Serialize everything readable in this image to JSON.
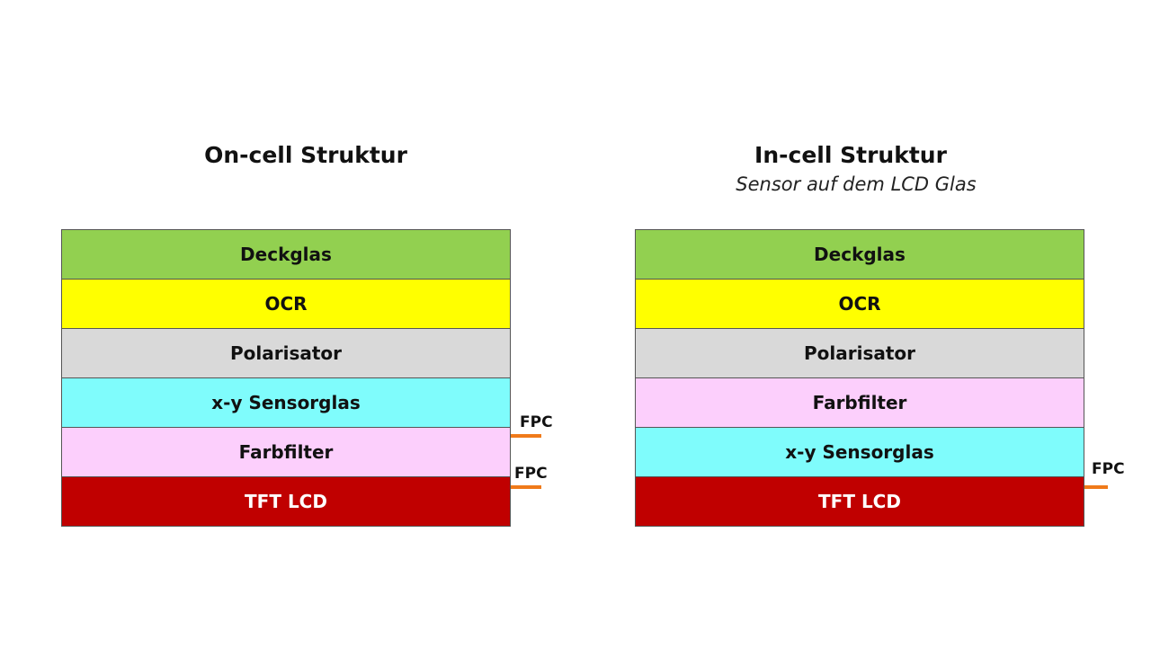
{
  "left": {
    "title": "On-cell Struktur",
    "layers": [
      {
        "label": "Deckglas",
        "color": "#92d050"
      },
      {
        "label": "OCR",
        "color": "#ffff00"
      },
      {
        "label": "Polarisator",
        "color": "#d9d9d9"
      },
      {
        "label": "x-y Sensorglas",
        "color": "#7ffcfc"
      },
      {
        "label": "Farbfilter",
        "color": "#fccffc"
      },
      {
        "label": "TFT LCD",
        "color": "#c00000"
      }
    ],
    "fpc": [
      "FPC",
      "FPC"
    ]
  },
  "right": {
    "title": "In-cell Struktur",
    "subtitle": "Sensor auf dem LCD Glas",
    "layers": [
      {
        "label": "Deckglas",
        "color": "#92d050"
      },
      {
        "label": "OCR",
        "color": "#ffff00"
      },
      {
        "label": "Polarisator",
        "color": "#d9d9d9"
      },
      {
        "label": "Farbfilter",
        "color": "#fccffc"
      },
      {
        "label": "x-y Sensorglas",
        "color": "#7ffcfc"
      },
      {
        "label": "TFT LCD",
        "color": "#c00000"
      }
    ],
    "fpc": [
      "FPC"
    ]
  },
  "colors": {
    "fpc_line": "#f07a1a"
  }
}
